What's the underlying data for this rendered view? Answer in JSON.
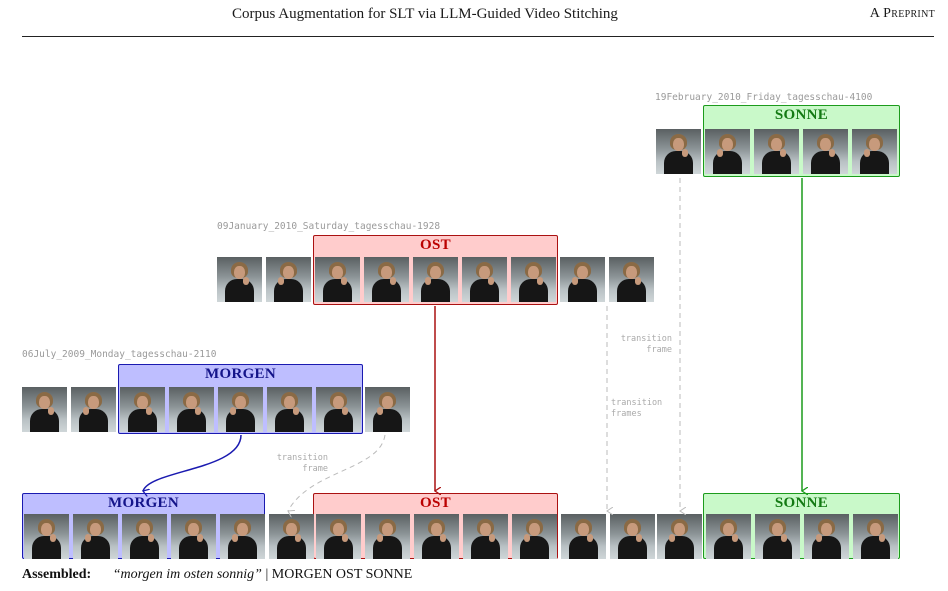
{
  "header": {
    "title": "Corpus Augmentation for SLT via LLM-Guided Video Stitching",
    "right": "A Preprint"
  },
  "videos": [
    {
      "id": "19February_2010_Friday_tagesschau-4100",
      "gloss": "SONNE"
    },
    {
      "id": "09January_2010_Saturday_tagesschau-1928",
      "gloss": "OST"
    },
    {
      "id": "06July_2009_Monday_tagesschau-2110",
      "gloss": "MORGEN"
    }
  ],
  "assembled_glosses": [
    "MORGEN",
    "OST",
    "SONNE"
  ],
  "transition_labels": [
    "transition\nframe",
    "transition\nframes",
    "transition\nframe"
  ],
  "caption": {
    "label": "Assembled:",
    "sentence": "“morgen im osten sonnig”",
    "separator": "|",
    "glosses": "MORGEN OST SONNE"
  },
  "colors": {
    "morgen": "#1a1ab0",
    "ost": "#aa1111",
    "sonne": "#1c9b1c",
    "transition": "#bbbbbb"
  }
}
